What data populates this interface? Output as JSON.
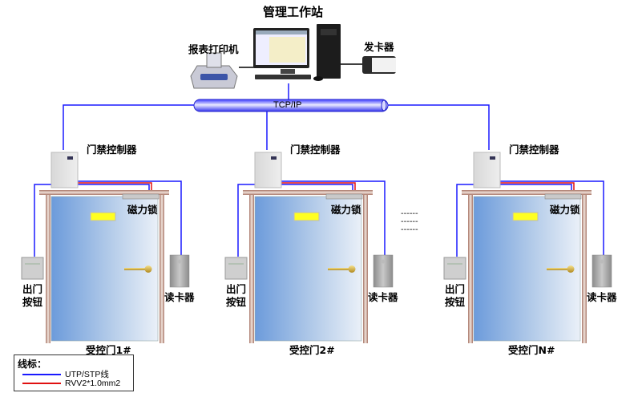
{
  "title": "管理工作站",
  "top": {
    "printer_label": "报表打印机",
    "card_issuer_label": "发卡器",
    "network_label": "TCP/IP"
  },
  "doors": [
    {
      "controller_label": "门禁控制器",
      "lock_label": "磁力锁",
      "exit_button_label_1": "出门",
      "exit_button_label_2": "按钮",
      "reader_label": "读卡器",
      "door_label": "受控门1#"
    },
    {
      "controller_label": "门禁控制器",
      "lock_label": "磁力锁",
      "exit_button_label_1": "出门",
      "exit_button_label_2": "按钮",
      "reader_label": "读卡器",
      "door_label": "受控门2#"
    },
    {
      "controller_label": "门禁控制器",
      "lock_label": "磁力锁",
      "exit_button_label_1": "出门",
      "exit_button_label_2": "按钮",
      "reader_label": "读卡器",
      "door_label": "受控门N#"
    }
  ],
  "ellipsis": [
    "------",
    "------",
    "------"
  ],
  "legend": {
    "title": "线标：",
    "items": [
      {
        "label": "UTP/STP线",
        "color": "#1a1aff"
      },
      {
        "label": "RVV2*1.0mm2",
        "color": "#e01010"
      }
    ]
  },
  "colors": {
    "utp": "#1a1aff",
    "rvv": "#e01010",
    "frame": "#b08a80",
    "door_light": "#e6eef8",
    "door_dark": "#6f9edc"
  }
}
